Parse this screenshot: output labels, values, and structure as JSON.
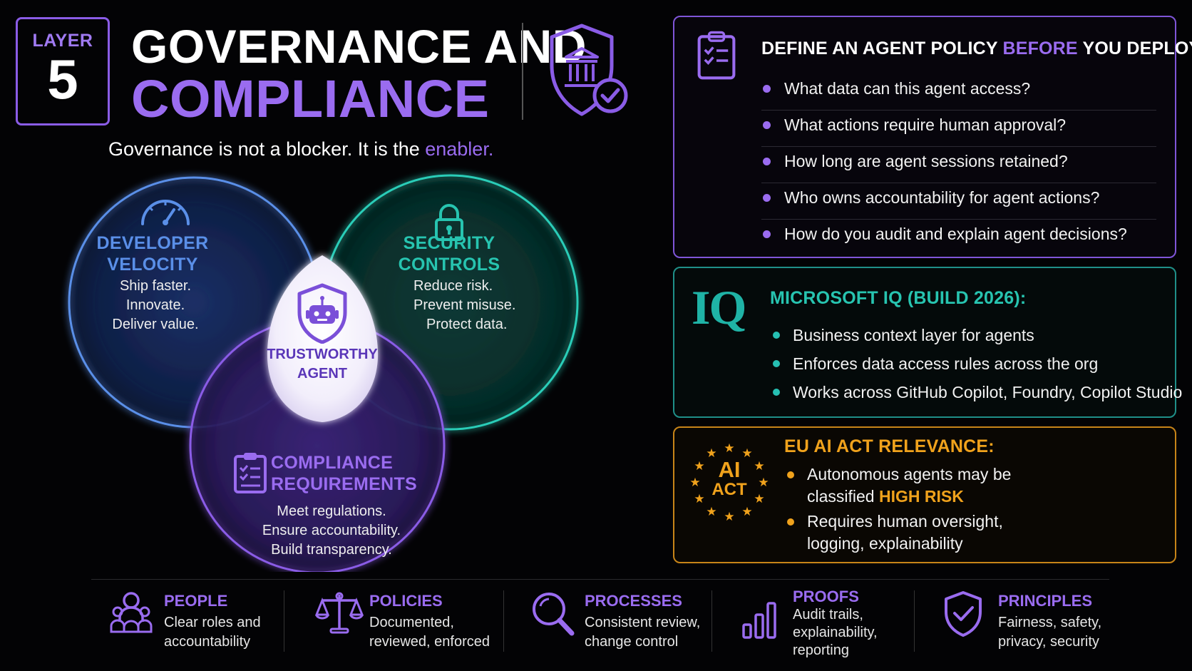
{
  "header": {
    "layer_label": "LAYER",
    "layer_number": "5",
    "title_line1": "GOVERNANCE AND",
    "title_line2": "COMPLIANCE",
    "shield_icon": "shield-building-check-icon",
    "tagline_prefix": "Governance is not a blocker. It is the ",
    "tagline_highlight": "enabler."
  },
  "venn": {
    "developer": {
      "icon": "speedometer-icon",
      "title_line1": "DEVELOPER",
      "title_line2": "VELOCITY",
      "lines": [
        "Ship faster.",
        "Innovate.",
        "Deliver value."
      ],
      "color": "#5a8fe8"
    },
    "security": {
      "icon": "padlock-icon",
      "title_line1": "SECURITY",
      "title_line2": "CONTROLS",
      "lines": [
        "Reduce risk.",
        "Prevent misuse.",
        "Protect data."
      ],
      "color": "#27c4b0"
    },
    "compliance": {
      "icon": "clipboard-checklist-icon",
      "title_line1": "COMPLIANCE",
      "title_line2": "REQUIREMENTS",
      "lines": [
        "Meet regulations.",
        "Ensure accountability.",
        "Build transparency."
      ],
      "color": "#9a6cf0"
    },
    "center": {
      "icon": "robot-shield-icon",
      "title_line1": "TRUSTWORTHY",
      "title_line2": "AGENT"
    }
  },
  "policy_panel": {
    "icon": "clipboard-checklist-icon",
    "heading_prefix": "DEFINE AN AGENT POLICY ",
    "heading_highlight": "BEFORE",
    "heading_suffix": " YOU DEPLOY:",
    "questions": [
      "What data can this agent access?",
      "What actions require human approval?",
      "How long are agent sessions retained?",
      "Who owns accountability for agent actions?",
      "How do you audit and explain agent decisions?"
    ]
  },
  "iq_panel": {
    "logo_text": "IQ",
    "heading": "MICROSOFT IQ (BUILD 2026):",
    "items": [
      "Business context layer for agents",
      "Enforces data access rules across the org",
      "Works across GitHub Copilot, Foundry, Copilot Studio"
    ]
  },
  "eu_panel": {
    "badge_line1": "AI",
    "badge_line2": "ACT",
    "badge_icon": "eu-stars-icon",
    "heading": "EU AI ACT RELEVANCE:",
    "item1_line1": "Autonomous agents may be",
    "item1_line2_prefix": "classified ",
    "item1_line2_highlight": "HIGH RISK",
    "item2_line1": "Requires human oversight,",
    "item2_line2": "logging, explainability"
  },
  "pillars": [
    {
      "icon": "people-icon",
      "title": "PEOPLE",
      "line1": "Clear roles and",
      "line2": "accountability",
      "line3": ""
    },
    {
      "icon": "scales-icon",
      "title": "POLICIES",
      "line1": "Documented,",
      "line2": "reviewed, enforced",
      "line3": ""
    },
    {
      "icon": "magnifier-icon",
      "title": "PROCESSES",
      "line1": "Consistent review,",
      "line2": "change control",
      "line3": ""
    },
    {
      "icon": "bar-chart-icon",
      "title": "PROOFS",
      "line1": "Audit trails,",
      "line2": "explainability,",
      "line3": "reporting"
    },
    {
      "icon": "shield-check-icon",
      "title": "PRINCIPLES",
      "line1": "Fairness, safety,",
      "line2": "privacy, security",
      "line3": ""
    }
  ],
  "colors": {
    "purple": "#9a6cf0",
    "teal": "#27c4b0",
    "blue": "#5a8fe8",
    "amber": "#f0a21c"
  }
}
